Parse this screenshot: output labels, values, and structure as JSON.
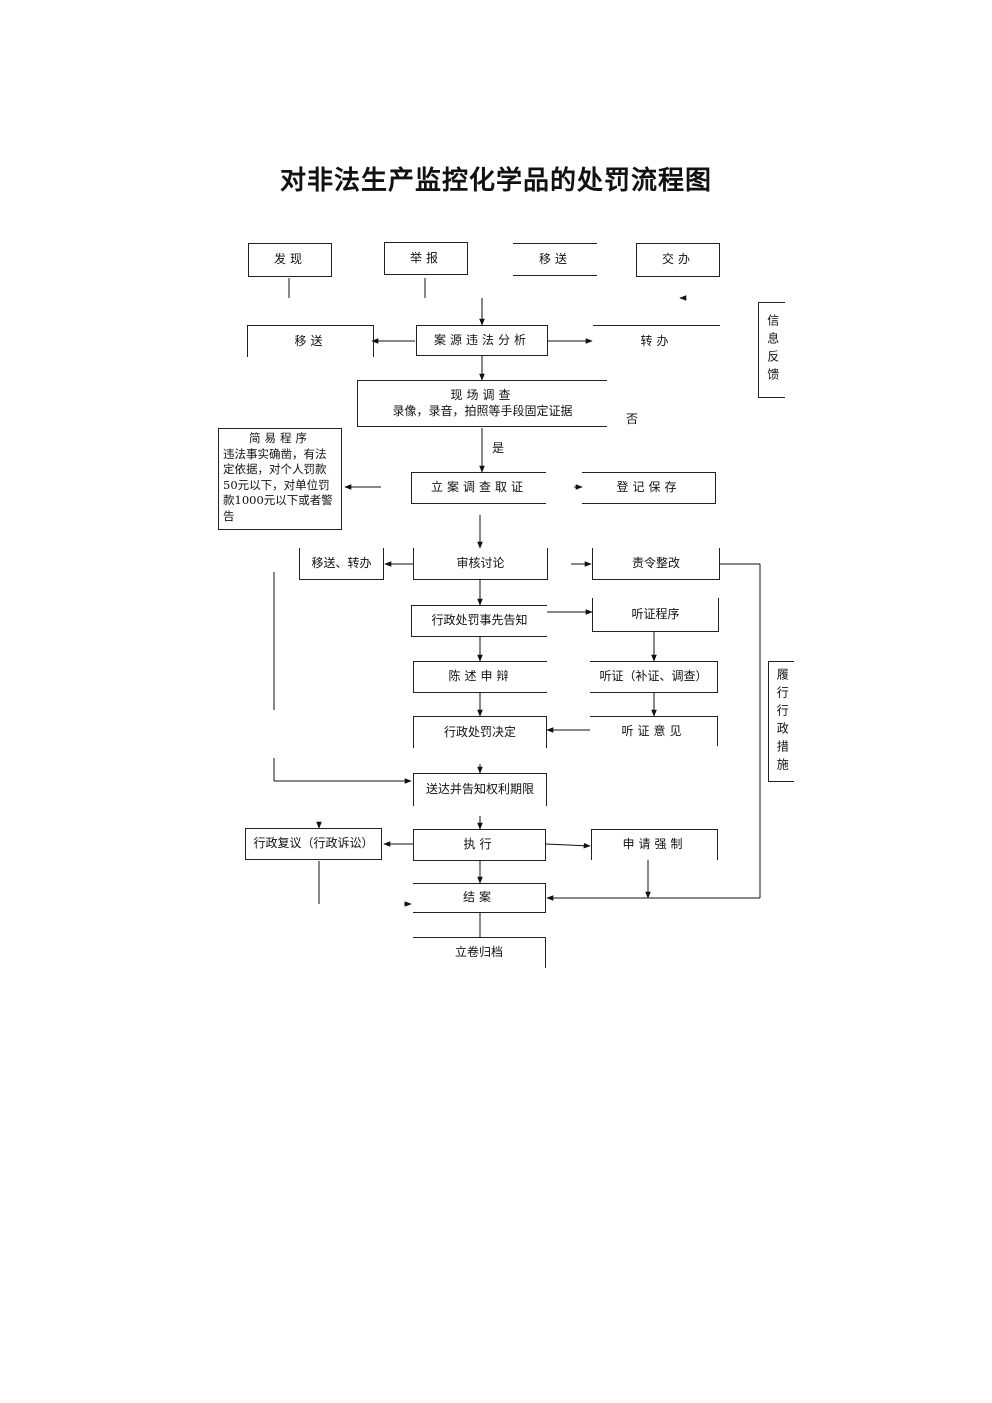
{
  "title": "对非法生产监控化学品的处罚流程图",
  "sources": [
    "发现",
    "举报",
    "移送",
    "交办"
  ],
  "row2": {
    "left": "移送",
    "center": "案源违法分析",
    "right": "转办"
  },
  "feedback": "信息反馈",
  "site": {
    "title": "现场调查",
    "subtitle": "录像，录音，拍照等手段固定证据"
  },
  "no_label": "否",
  "yes_label": "是",
  "simple": {
    "heading": "简易程序",
    "body": "违法事实确凿，有法定依据，对个人罚款50元以下，对单位罚款1000元以下或者警告"
  },
  "filing": "立案调查取证",
  "register": "登记保存",
  "transfer": "移送、转办",
  "review": "审核讨论",
  "rectify": "责令整改",
  "notice": "行政处罚事先告知",
  "hearing_proc": "听证程序",
  "defense": "陈述申辩",
  "hearing": "听证（补证、调查）",
  "perform": "履行行政措施",
  "decision": "行政处罚决定",
  "opinion": "听证意见",
  "deliver": "送达并告知权利期限",
  "reconsider": "行政复议（行政诉讼）",
  "execute": "执行",
  "enforce": "申请强制",
  "close": "结案",
  "archive": "立卷归档"
}
